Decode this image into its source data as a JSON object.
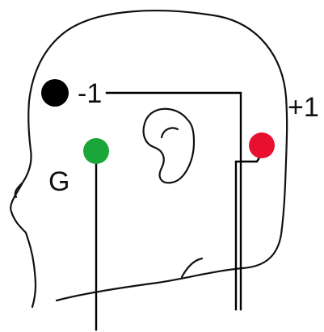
{
  "labels": {
    "reference": "-1",
    "active": "+1",
    "ground": "G"
  },
  "colors": {
    "reference_electrode": "#000000",
    "active_electrode": "#e8102e",
    "ground_electrode": "#1ba63a",
    "outline": "#111111",
    "background": "#ffffff"
  }
}
